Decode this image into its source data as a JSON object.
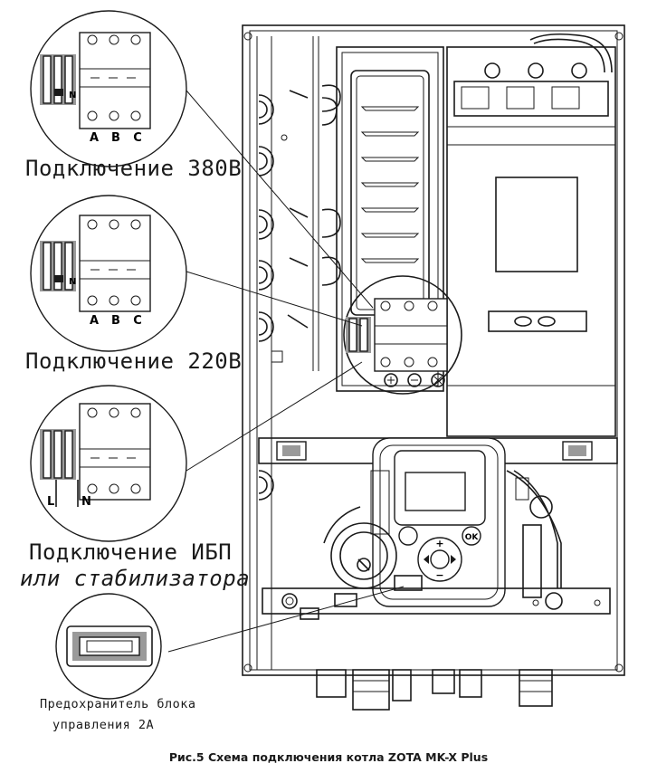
{
  "labels": {
    "conn_380": "Подключение 380В",
    "conn_220": "Подключение 220В",
    "conn_ups_line1": "Подключение ИБП",
    "conn_ups_line2": "или стабилизатора",
    "fuse_line1": "Предохранитель блока",
    "fuse_line2": "управления 2А",
    "caption": "Рис.5 Схема подключения котла ZOTA MK-X Plus"
  },
  "terminals_380": [
    "A",
    "B",
    "C"
  ],
  "terminals_220": [
    "A",
    "B",
    "C"
  ],
  "terminals_ups": [
    "L",
    "N"
  ],
  "neutral_mark": "N",
  "panel_buttons": {
    "ok": "OK",
    "plus": "+",
    "minus": "−"
  }
}
